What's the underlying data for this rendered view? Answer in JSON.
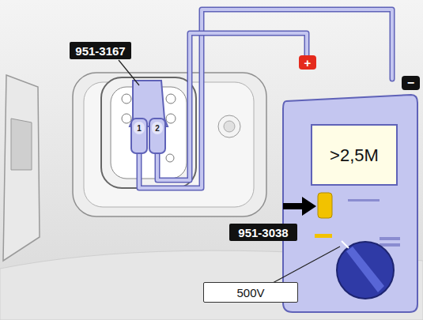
{
  "diagram": {
    "labels": [
      "951-3167",
      "1",
      "2",
      "+",
      "−",
      ">2,5M",
      "951-3038",
      "500V"
    ]
  }
}
